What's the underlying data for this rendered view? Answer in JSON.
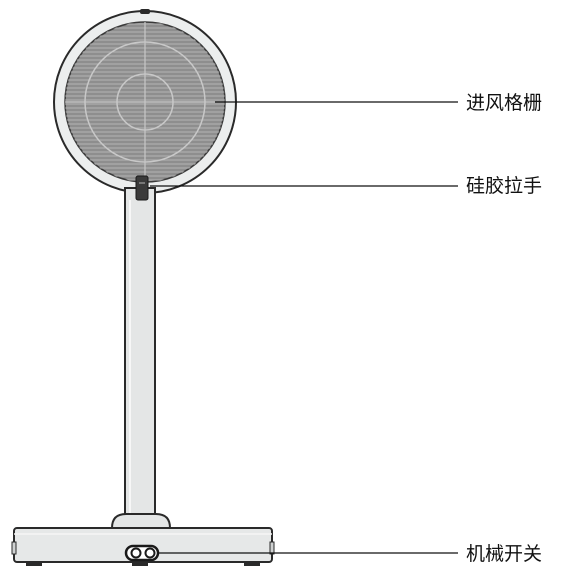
{
  "callouts": {
    "grille": "进风格栅",
    "handle": "硅胶拉手",
    "switch": "机械开关"
  },
  "colors": {
    "outline": "#2a2a2a",
    "grille_fill": "#9a9a9a",
    "body_fill": "#e6e8e8",
    "handle_fill": "#3a3a3a",
    "leader_line": "#111111"
  }
}
